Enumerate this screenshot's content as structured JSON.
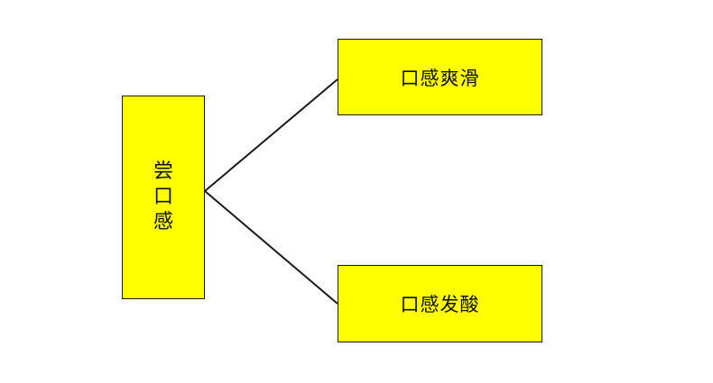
{
  "diagram": {
    "type": "tree",
    "colors": {
      "box_fill": "#ffff00",
      "box_border": "#1a1a1a",
      "connector": "#1a1a1a",
      "background": "#ffffff"
    },
    "root": {
      "label": "尝口感"
    },
    "children": [
      {
        "label": "口感爽滑"
      },
      {
        "label": "口感发酸"
      }
    ]
  }
}
